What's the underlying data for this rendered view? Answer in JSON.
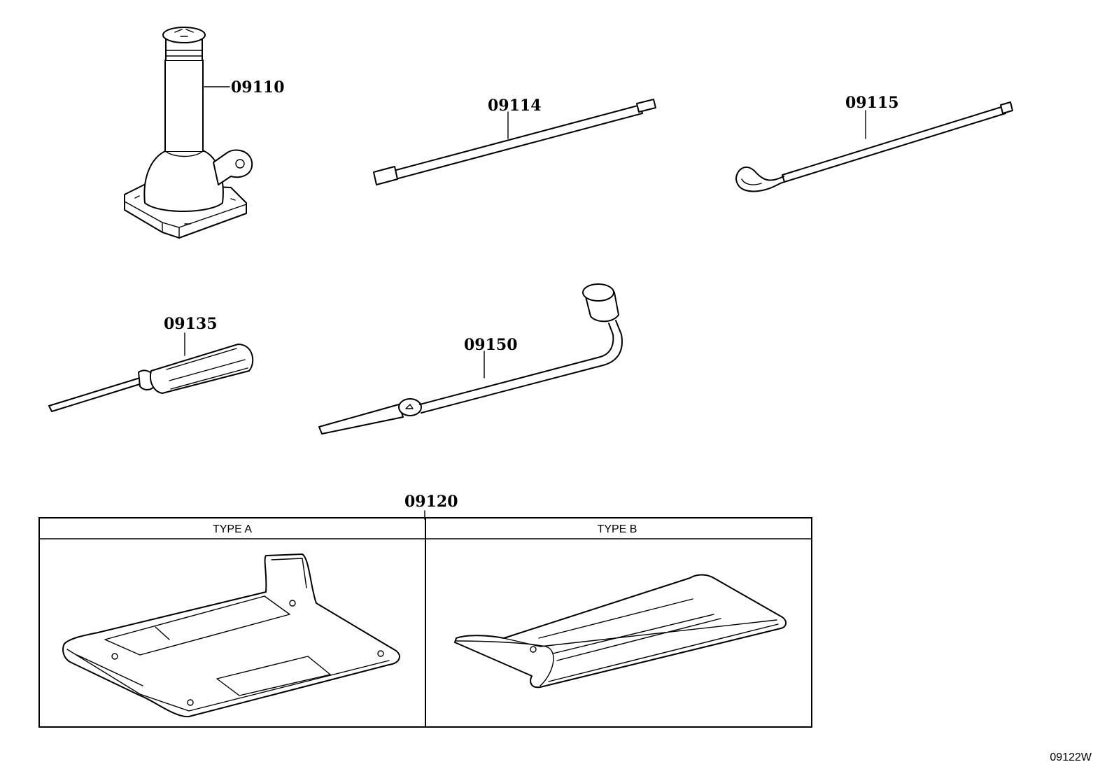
{
  "parts": {
    "jack": "09110",
    "handle": "09114",
    "hook_handle": "09115",
    "screwdriver": "09135",
    "lug_wrench": "09150",
    "tray": "09120"
  },
  "table": {
    "type_a": "TYPE A",
    "type_b": "TYPE B"
  },
  "figure_code": "09122W"
}
